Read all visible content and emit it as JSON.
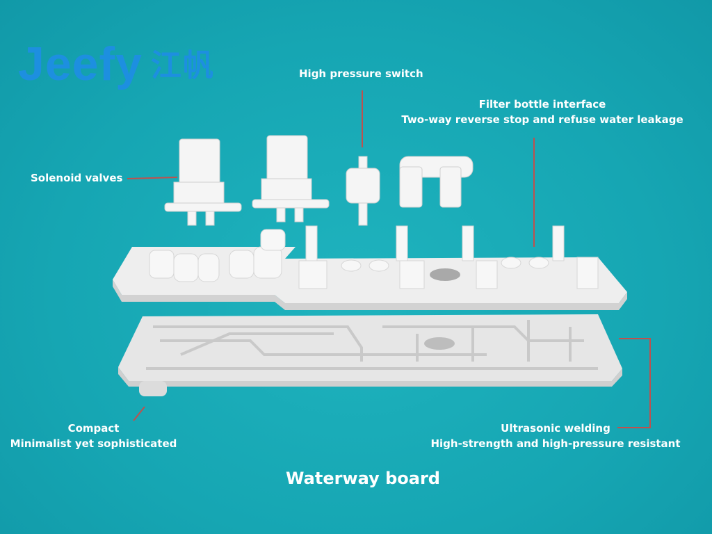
{
  "brand": {
    "name": "Jeefy",
    "name_cn": "江帆",
    "color": "#1d8fe0"
  },
  "labels": {
    "high_pressure_switch": "High pressure switch",
    "filter_bottle_line1": "Filter bottle interface",
    "filter_bottle_line2": "Two-way reverse stop and refuse water leakage",
    "solenoid_valves": "Solenoid valves",
    "compact_line1": "Compact",
    "compact_line2": "Minimalist yet sophisticated",
    "ultrasonic_line1": "Ultrasonic welding",
    "ultrasonic_line2": "High-strength and high-pressure resistant"
  },
  "title": "Waterway board",
  "colors": {
    "background": "#17a8b5",
    "leader_line": "#c0504d",
    "part": "#f2f2f2"
  }
}
